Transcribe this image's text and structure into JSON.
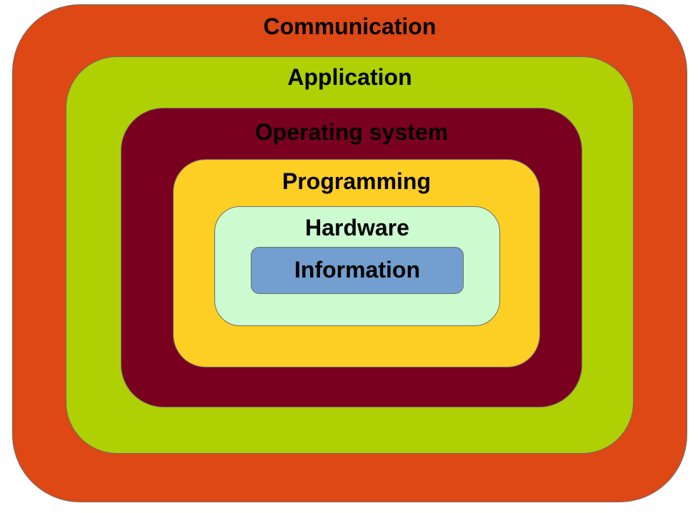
{
  "diagram": {
    "layers": [
      {
        "id": "communication",
        "label": "Communication",
        "fill": "#dd4814",
        "text_color": "#000000"
      },
      {
        "id": "application",
        "label": "Application",
        "fill": "#afd003",
        "text_color": "#000000"
      },
      {
        "id": "operating-system",
        "label": "Operating system",
        "fill": "#7a0020",
        "text_color": "#000000"
      },
      {
        "id": "programming",
        "label": "Programming",
        "fill": "#fdcf24",
        "text_color": "#000000"
      },
      {
        "id": "hardware",
        "label": "Hardware",
        "fill": "#ccfbcf",
        "text_color": "#000000"
      },
      {
        "id": "information",
        "label": "Information",
        "fill": "#729fcf",
        "text_color": "#000000"
      }
    ]
  }
}
